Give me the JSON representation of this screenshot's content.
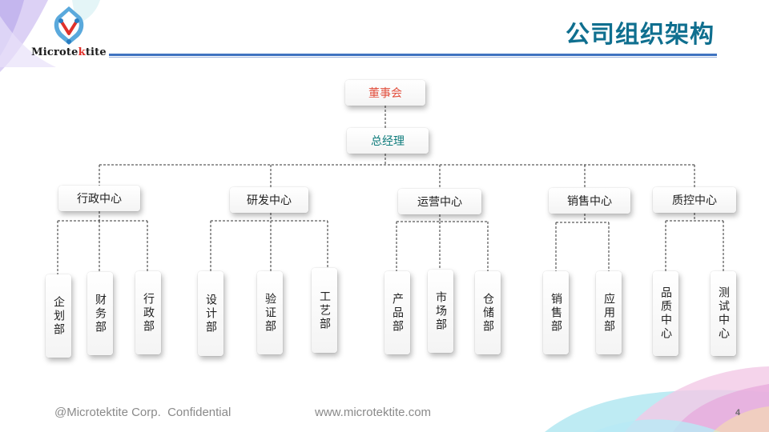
{
  "header": {
    "logo_prefix": "Microte",
    "logo_mid": "k",
    "logo_suffix": "tite",
    "title": "公司组织架构"
  },
  "org": {
    "board": "董事会",
    "gm": "总经理",
    "centers": [
      {
        "name": "行政中心",
        "departments": [
          "企划部",
          "财务部",
          "行政部"
        ]
      },
      {
        "name": "研发中心",
        "departments": [
          "设计部",
          "验证部",
          "工艺部"
        ]
      },
      {
        "name": "运营中心",
        "departments": [
          "产品部",
          "市场部",
          "仓储部"
        ]
      },
      {
        "name": "销售中心",
        "departments": [
          "销售部",
          "应用部"
        ]
      },
      {
        "name": "质控中心",
        "departments": [
          "品质中心",
          "测试中心"
        ]
      }
    ]
  },
  "footer": {
    "copyright": "@Microtektite Corp.  Confidential",
    "url": "www.microtektite.com",
    "page_number": "4"
  },
  "colors": {
    "title": "#0f6f8f",
    "rule": "#3f73c0",
    "board_text": "#e2503e",
    "gm_text": "#0f7c7c",
    "logo_red": "#e0302a"
  }
}
